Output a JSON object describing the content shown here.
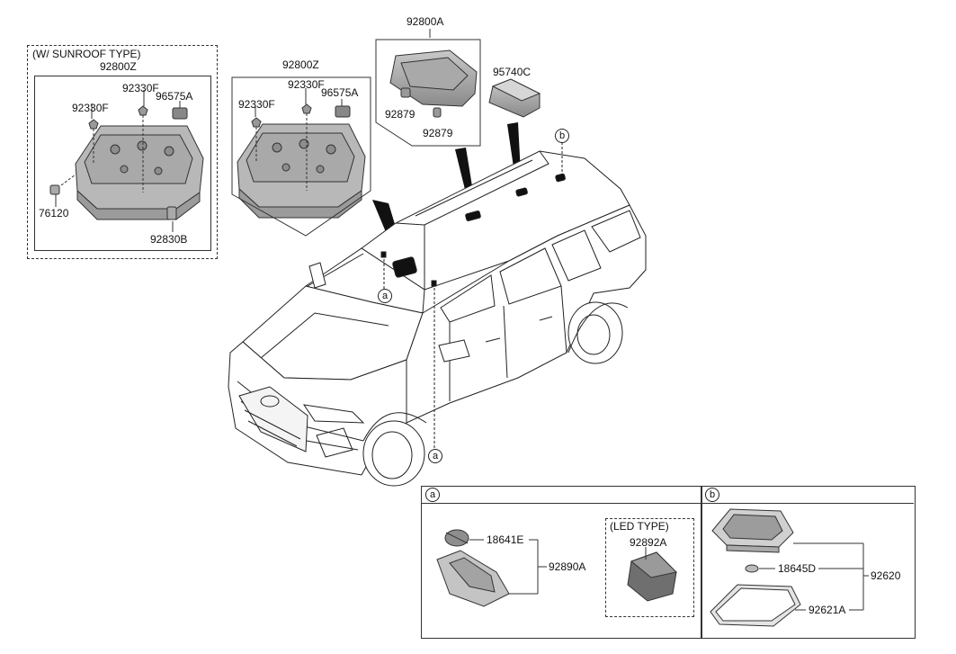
{
  "groups": {
    "sunroof": {
      "title": "(W/ SUNROOF TYPE)",
      "part": "92800Z",
      "items": [
        "92330F",
        "92330F",
        "96575A",
        "76120",
        "92830B"
      ]
    },
    "standard": {
      "part": "92800Z",
      "items": [
        "92330F",
        "92330F",
        "96575A"
      ]
    },
    "overhead": {
      "part": "92800A",
      "items": [
        "92879",
        "92879"
      ]
    },
    "luggage": {
      "part": "95740C"
    }
  },
  "callouts": {
    "a": "a",
    "b": "b"
  },
  "detail_a": {
    "tag": "a",
    "items": [
      "18641E",
      "92890A"
    ],
    "led_title": "(LED TYPE)",
    "led_part": "92892A"
  },
  "detail_b": {
    "tag": "b",
    "items": [
      "18645D",
      "92620",
      "92621A"
    ]
  }
}
